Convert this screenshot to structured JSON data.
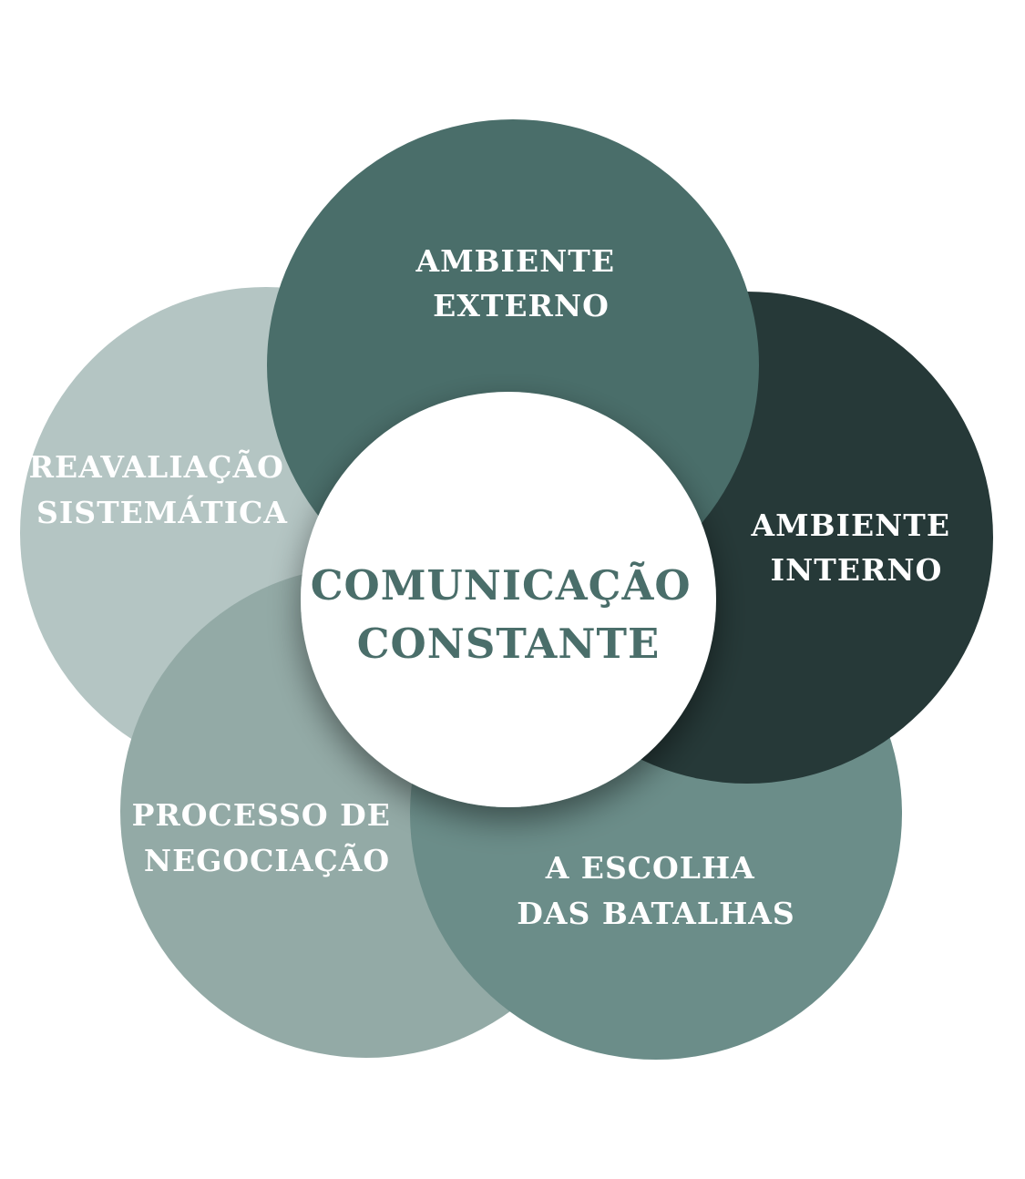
{
  "diagram": {
    "center": {
      "lines": [
        "COMUNICAÇÃO",
        "CONSTANTE"
      ],
      "color": "#4a6e6a",
      "fill": "#ffffff"
    },
    "petals": [
      {
        "id": "reavaliacao",
        "lines": [
          "REAVALIAÇÃO",
          "SISTEMÁTICA"
        ],
        "fill": "#b4c5c3",
        "text_color": "#ffffff"
      },
      {
        "id": "processo",
        "lines": [
          "PROCESSO DE",
          "NEGOCIAÇÃO"
        ],
        "fill": "#93aaa6",
        "text_color": "#ffffff"
      },
      {
        "id": "escolha",
        "lines": [
          "A ESCOLHA",
          "DAS BATALHAS"
        ],
        "fill": "#6b8d89",
        "text_color": "#ffffff"
      },
      {
        "id": "interno",
        "lines": [
          "AMBIENTE",
          "INTERNO"
        ],
        "fill": "#263938",
        "text_color": "#ffffff"
      },
      {
        "id": "externo",
        "lines": [
          "AMBIENTE",
          "EXTERNO"
        ],
        "fill": "#4a6e6a",
        "text_color": "#ffffff"
      }
    ]
  }
}
